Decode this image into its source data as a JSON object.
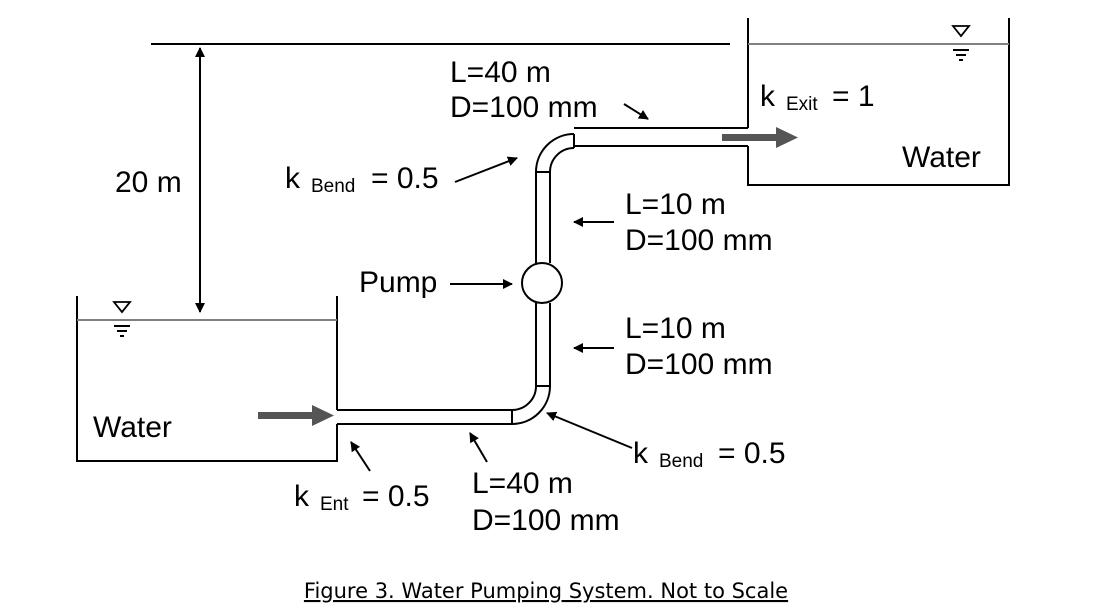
{
  "labels": {
    "height": "20 m",
    "left_water": "Water",
    "right_water": "Water",
    "pump": "Pump",
    "top_pipe_length": "L=40 m",
    "top_pipe_diameter": "D=100 mm",
    "upper_riser_length": "L=10 m",
    "upper_riser_diameter": "D=100 mm",
    "lower_riser_length": "L=10 m",
    "lower_riser_diameter": "D=100 mm",
    "bottom_pipe_length": "L=40 m",
    "bottom_pipe_diameter": "D=100 mm"
  },
  "coefficients": {
    "bend_top": {
      "k": "k",
      "sub": "Bend",
      "value": "= 0.5"
    },
    "bend_bottom": {
      "k": "k",
      "sub": "Bend",
      "value": "= 0.5"
    },
    "exit": {
      "k": "k",
      "sub": "Exit",
      "value": "= 1"
    },
    "entrance": {
      "k": "k",
      "sub": "Ent",
      "value": "= 0.5"
    }
  },
  "caption": "Figure 3. Water Pumping System. Not to Scale",
  "colors": {
    "water_surface": "#808080",
    "flow_arrow": "#555555"
  }
}
